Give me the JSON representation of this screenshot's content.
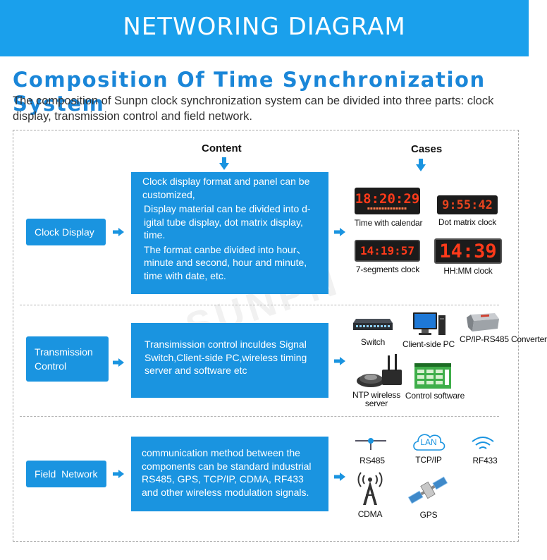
{
  "banner": {
    "title": "NETWORING DIAGRAM"
  },
  "heading": "Composition Of Time Synchronization System",
  "intro": "The composition of Sunpn clock synchronization system can be divided into three parts: clock display, transmission control and field network.",
  "columns": {
    "content": "Content",
    "cases": "Cases"
  },
  "watermark": "SUNPN",
  "rows": [
    {
      "label": "Clock Display",
      "content": [
        "Clock display format and panel can be customized,",
        "Display material can be divided into d-igital tube display, dot matrix display, time.",
        "The format canbe divided  into hour、minute and second, hour and minute, time with date, etc."
      ],
      "cases": [
        {
          "label": "Time with calendar",
          "icon": "led-calendar-clock",
          "display": "18:20:29"
        },
        {
          "label": "Dot matrix clock",
          "icon": "dot-matrix-clock",
          "display": "9:55:42"
        },
        {
          "label": "7-segments clock",
          "icon": "seven-segment-clock",
          "display": "14:19:57"
        },
        {
          "label": "HH:MM clock",
          "icon": "hhmm-clock",
          "display": "14:39"
        }
      ]
    },
    {
      "label": "Transmission Control",
      "content": [
        "Transimission control inculdes  Signal Switch,Client-side PC,wireless timing server and software etc"
      ],
      "cases": [
        {
          "label": "Switch",
          "icon": "network-switch-icon"
        },
        {
          "label": "Client-side PC",
          "icon": "desktop-pc-icon"
        },
        {
          "label": "CP/IP-RS485 Converter",
          "icon": "converter-icon"
        },
        {
          "label": "NTP wireless server",
          "icon": "ntp-server-icon"
        },
        {
          "label": "Control software",
          "icon": "control-software-icon"
        }
      ]
    },
    {
      "label": "Field  Network",
      "content": [
        "communication method between the components can be standard industrial RS485, GPS, TCP/IP, CDMA, RF433 and other wireless modulation signals."
      ],
      "cases": [
        {
          "label": "RS485",
          "icon": "rs485-icon"
        },
        {
          "label": "TCP/IP",
          "icon": "lan-cloud-icon",
          "badge": "LAN"
        },
        {
          "label": "RF433",
          "icon": "wireless-signal-icon"
        },
        {
          "label": "CDMA",
          "icon": "cell-tower-icon"
        },
        {
          "label": "GPS",
          "icon": "satellite-icon"
        }
      ]
    }
  ],
  "colors": {
    "accent": "#1a94e0",
    "heading": "#1a86d8",
    "led": "#ff3a1a"
  }
}
